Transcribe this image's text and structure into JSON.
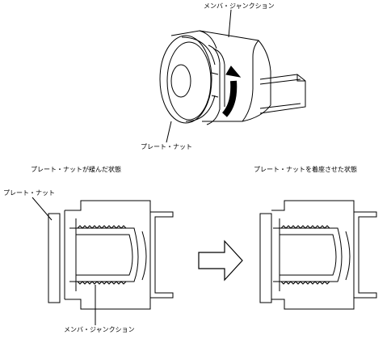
{
  "labels": {
    "top_member_junction": "メンバ・ジャンクション",
    "top_plate_nut": "プレート・ナット",
    "left_state_title": "プレート・ナットが緩んだ状態",
    "right_state_title": "プレート・ナットを着座させた状態",
    "left_plate_nut": "プレート・ナット",
    "bottom_member_junction": "メンバ・ジャンクション"
  },
  "icons": {
    "rotation": "rotation-arrow-icon",
    "transition": "right-arrow-icon"
  }
}
